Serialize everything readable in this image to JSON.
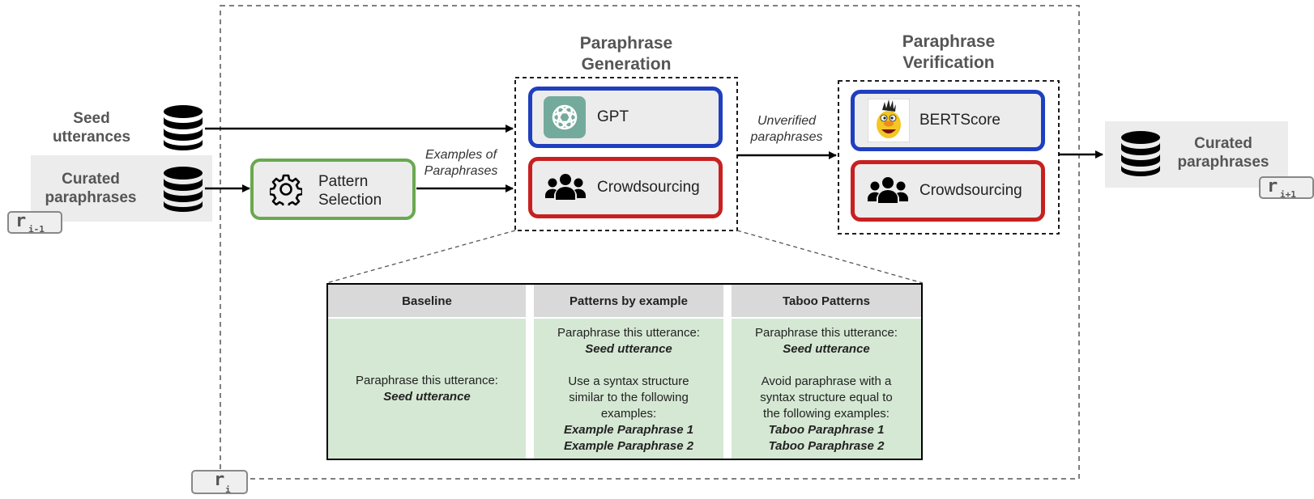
{
  "sections": {
    "generation_title": "Paraphrase\nGeneration",
    "verification_title": "Paraphrase\nVerification"
  },
  "inputs": {
    "seed": "Seed\nutterances",
    "curated_prev": "Curated\nparaphrases"
  },
  "output": {
    "curated_next": "Curated\nparaphrases"
  },
  "nodes": {
    "pattern_selection": "Pattern\nSelection",
    "gpt": "GPT",
    "gen_crowd": "Crowdsourcing",
    "bertscore": "BERTScore",
    "ver_crowd": "Crowdsourcing"
  },
  "edge_labels": {
    "examples": "Examples of\nParaphrases",
    "unverified": "Unverified\nparaphrases"
  },
  "rounds": {
    "prev": {
      "base": "r",
      "sub": "i-1"
    },
    "curr": {
      "base": "r",
      "sub": "i"
    },
    "next": {
      "base": "r",
      "sub": "i+1"
    }
  },
  "table": {
    "headers": [
      "Baseline",
      "Patterns by example",
      "Taboo Patterns"
    ],
    "baseline": {
      "line1": "Paraphrase this utterance:",
      "seed": "Seed utterance"
    },
    "by_example": {
      "line1": "Paraphrase this utterance:",
      "seed": "Seed utterance",
      "instr": "Use a syntax structure\nsimilar to the following\nexamples:",
      "ex1": "Example Paraphrase 1",
      "ex2": "Example Paraphrase 2"
    },
    "taboo": {
      "line1": "Paraphrase this utterance:",
      "seed": "Seed utterance",
      "instr": "Avoid paraphrase with a\nsyntax structure equal to\nthe following examples:",
      "ex1": "Taboo Paraphrase 1",
      "ex2": "Taboo Paraphrase 2"
    }
  },
  "colors": {
    "green": "#6aa84f",
    "blue": "#1f3fbf",
    "red": "#c82020",
    "gpt_teal": "#74aa9c"
  },
  "icons": [
    "database-icon",
    "gear-icon",
    "gpt-logo-icon",
    "people-icon",
    "bert-avatar-icon",
    "arrow-icon"
  ]
}
